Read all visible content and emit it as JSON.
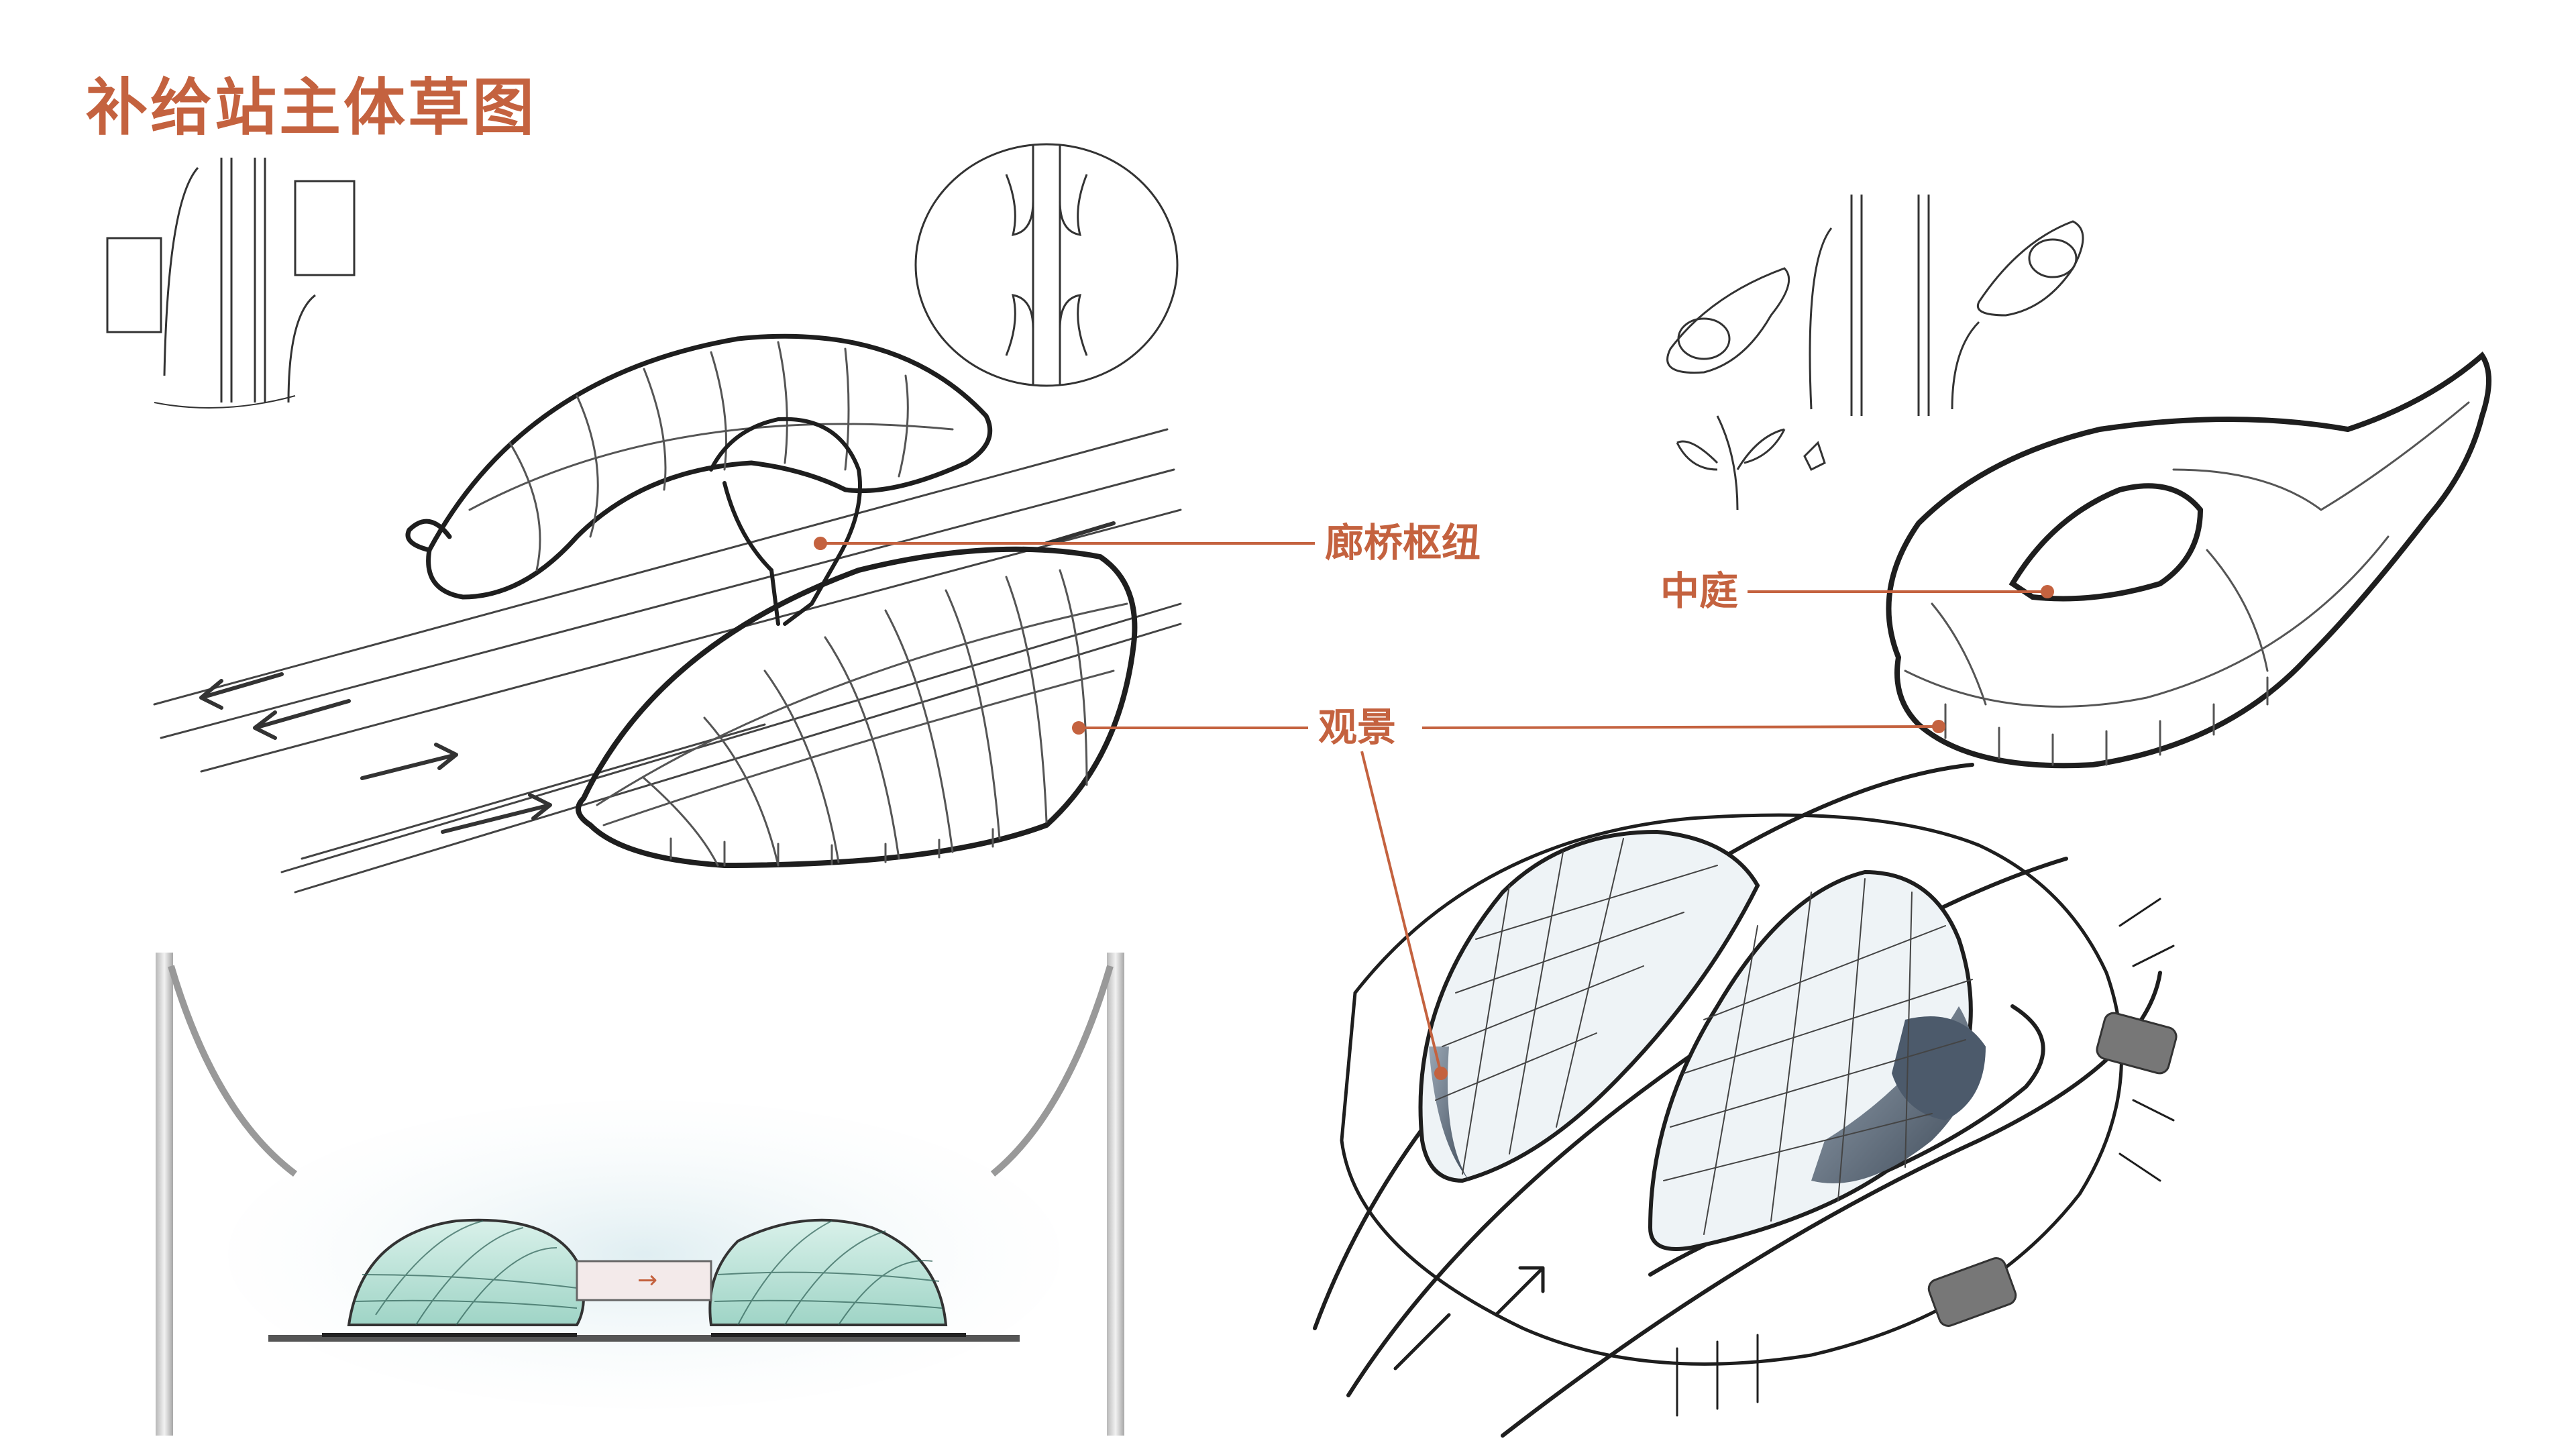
{
  "title": "补给站主体草图",
  "callouts": {
    "bridge_hub": "廊桥枢纽",
    "courtyard": "中庭",
    "viewing": "观景"
  },
  "bridge_sign": "→",
  "colors": {
    "accent": "#c4623f",
    "ink": "#1e1e1e",
    "glass_tint": "#bfe3d8",
    "shadow_blue": "#4c5a6b"
  }
}
